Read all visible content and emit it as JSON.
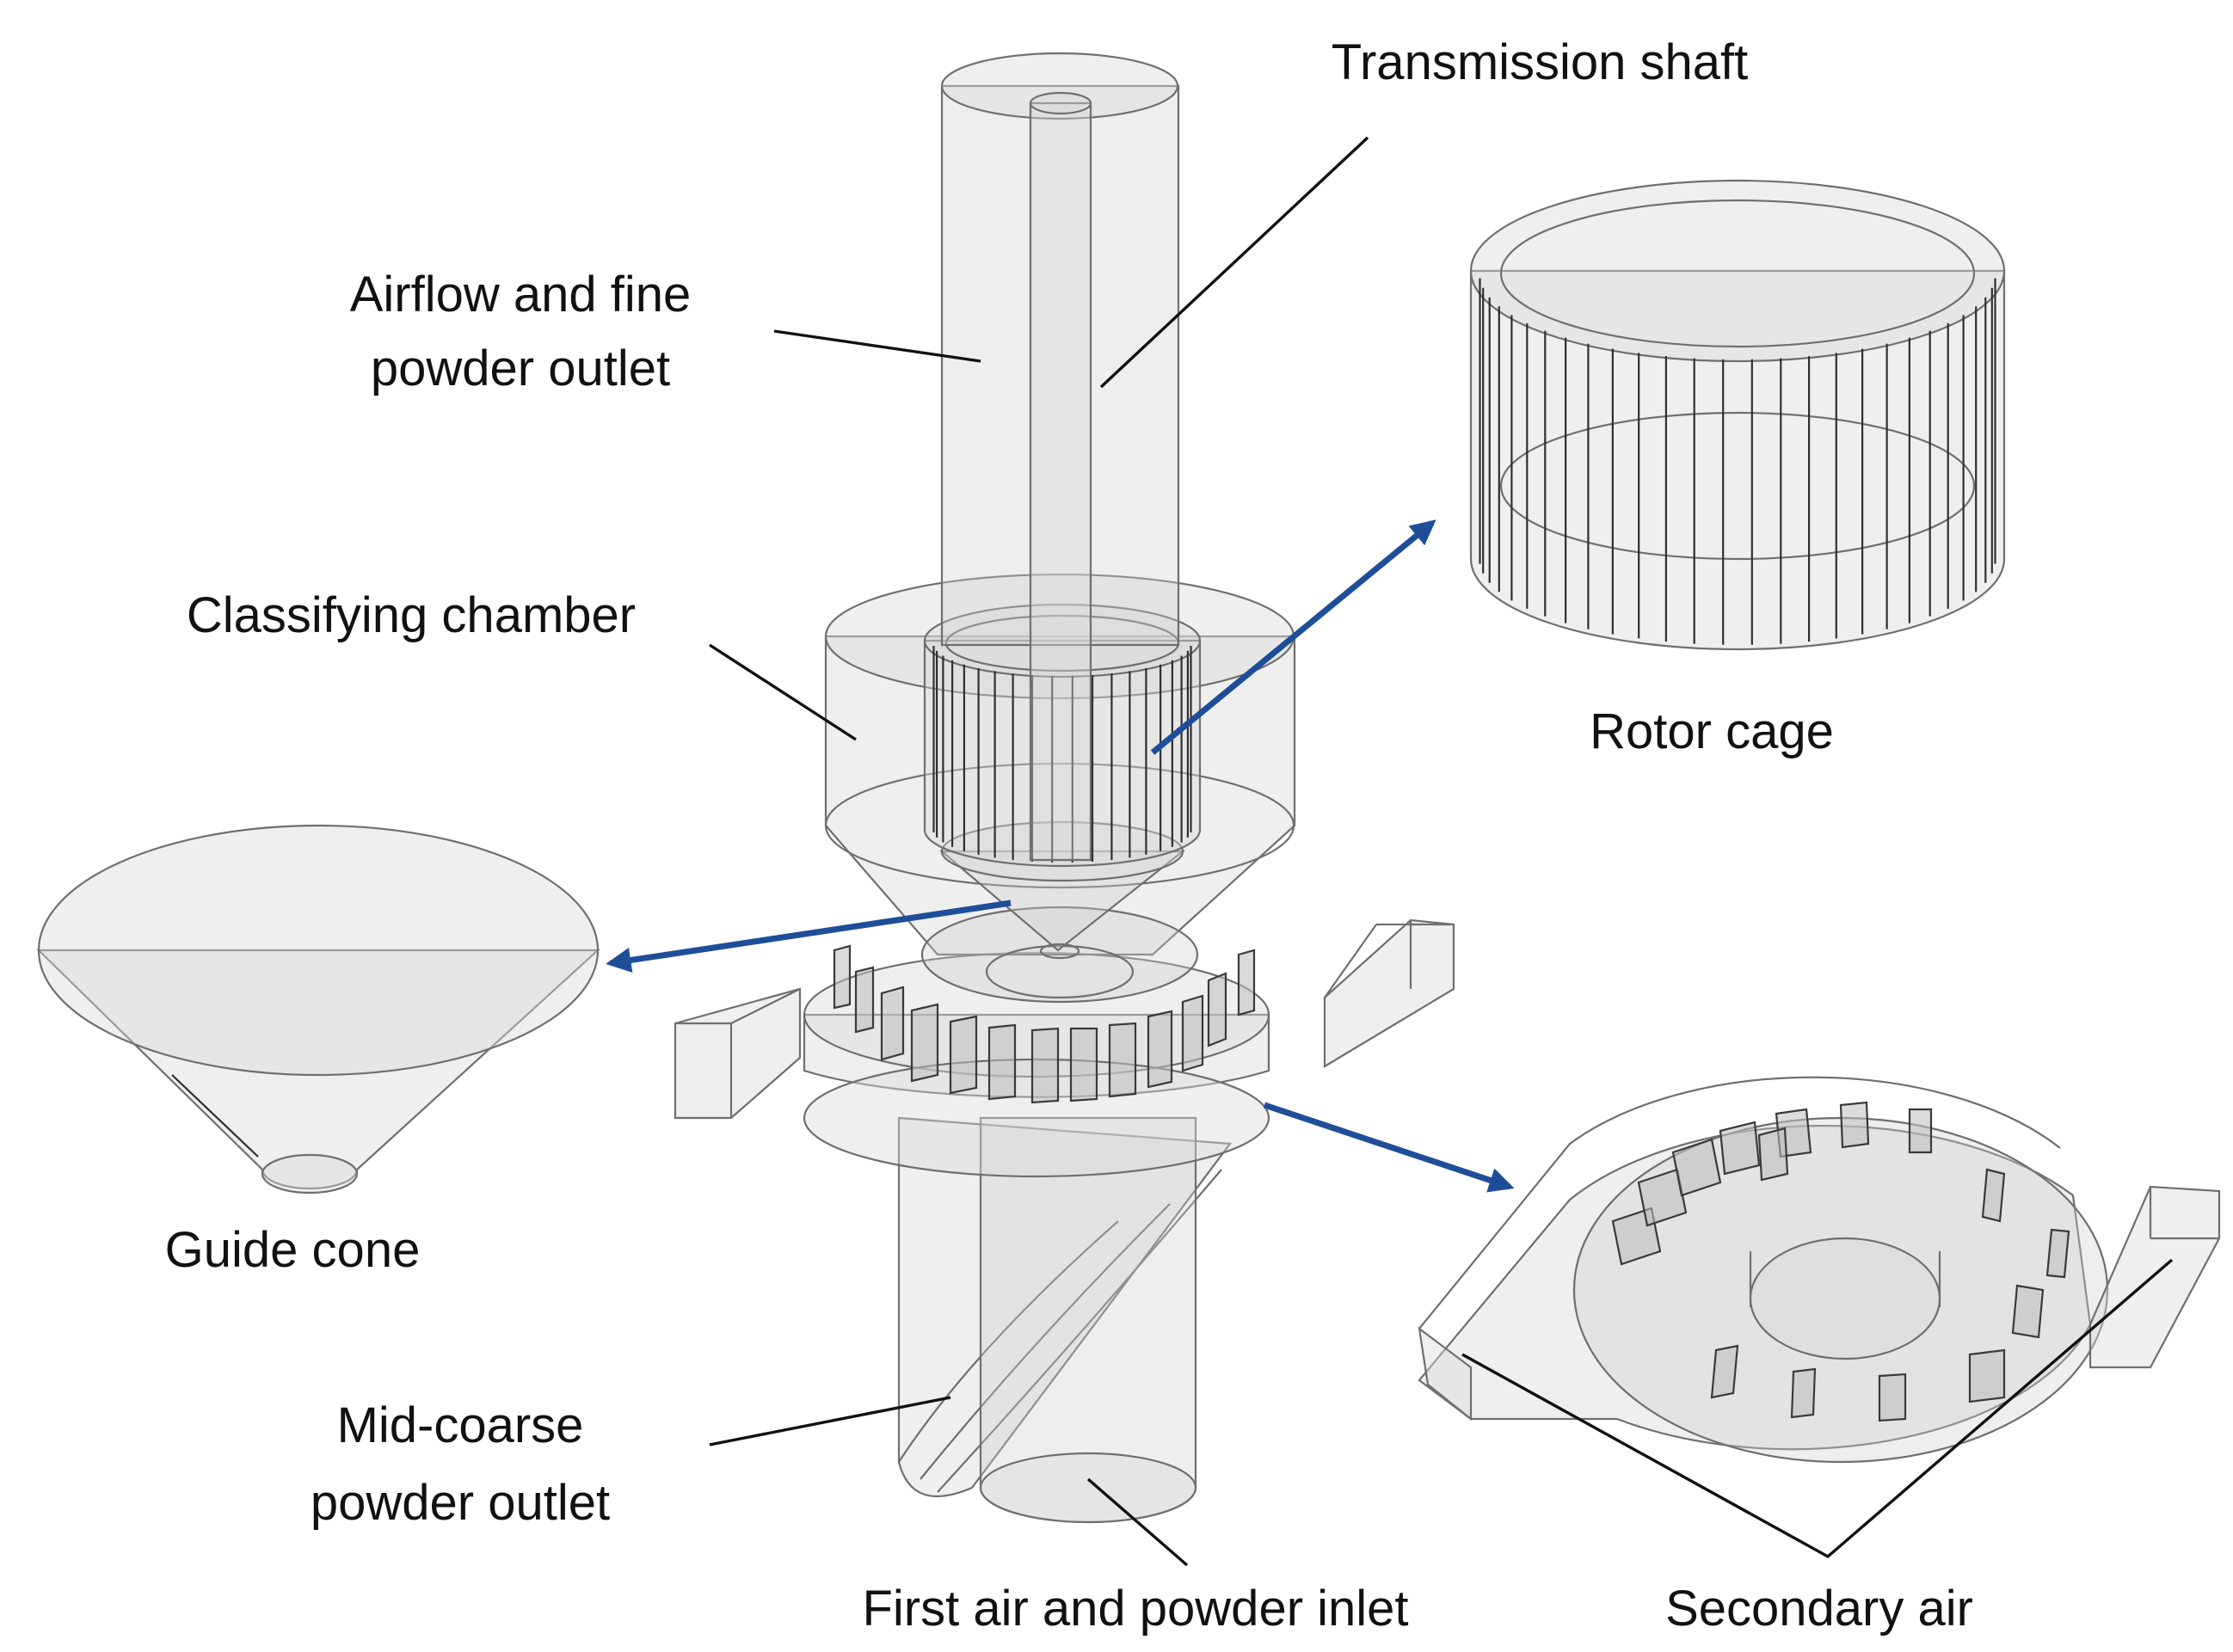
{
  "labels": {
    "transmission_shaft": "Transmission shaft",
    "airflow_outlet_line1": "Airflow and fine",
    "airflow_outlet_line2": "powder outlet",
    "classifying_chamber": "Classifying chamber",
    "rotor_cage": "Rotor cage",
    "guide_cone": "Guide cone",
    "mid_coarse_line1": "Mid-coarse",
    "mid_coarse_line2": "powder outlet",
    "first_air_inlet": "First air and powder inlet",
    "secondary_air": "Secondary air"
  },
  "colors": {
    "arrow": "#1f4e99",
    "leader": "#111111",
    "body_fill": "#d9d9d9",
    "edge": "#6f6f6f"
  }
}
